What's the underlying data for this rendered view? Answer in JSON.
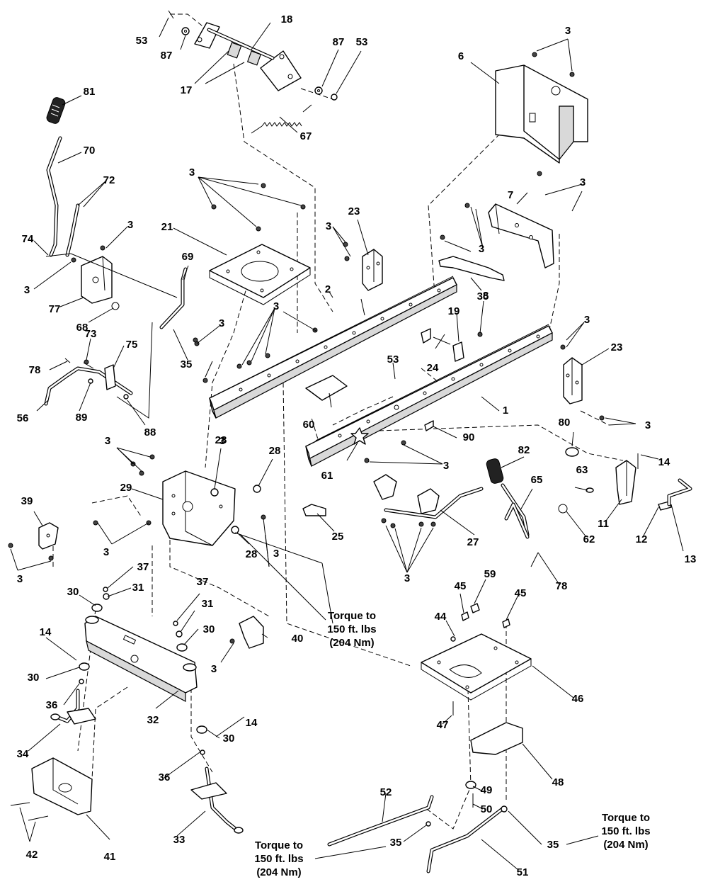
{
  "labels": [
    "1",
    "2",
    "3",
    "6",
    "7",
    "8",
    "11",
    "12",
    "13",
    "14",
    "17",
    "18",
    "19",
    "21",
    "23",
    "24",
    "25",
    "27",
    "28",
    "29",
    "30",
    "31",
    "32",
    "33",
    "34",
    "35",
    "36",
    "37",
    "39",
    "40",
    "41",
    "42",
    "44",
    "45",
    "46",
    "47",
    "48",
    "49",
    "50",
    "51",
    "52",
    "53",
    "56",
    "59",
    "60",
    "61",
    "62",
    "63",
    "65",
    "67",
    "68",
    "69",
    "70",
    "72",
    "73",
    "74",
    "75",
    "77",
    "78",
    "80",
    "81",
    "82",
    "87",
    "88",
    "89",
    "90"
  ],
  "torque_note": {
    "line1": "Torque to",
    "line2": "150 ft. lbs",
    "line3": "(204 Nm)"
  }
}
